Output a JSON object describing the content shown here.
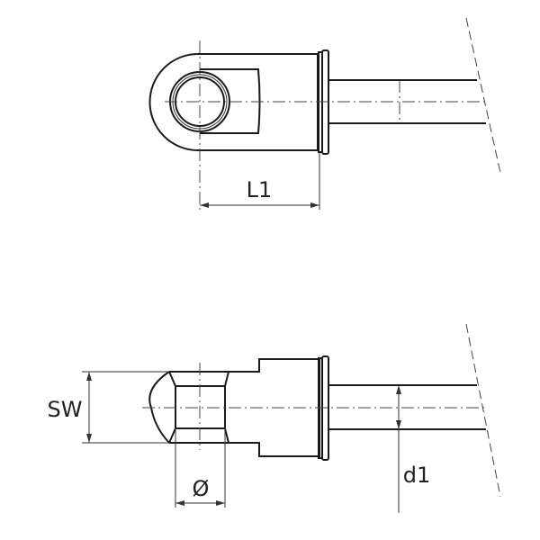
{
  "labels": {
    "l1": "L1",
    "sw": "SW",
    "diameter": "Ø",
    "d1": "d1"
  },
  "colors": {
    "line": "#1a1a1a",
    "background": "#ffffff"
  }
}
